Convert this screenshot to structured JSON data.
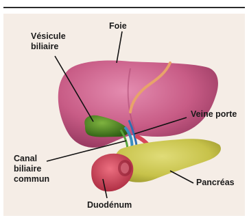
{
  "labels": {
    "foie": "Foie",
    "vesicule": "Vésicule\nbiliaire",
    "veine_porte": "Veine porte",
    "canal": "Canal\nbiliaire\ncommun",
    "pancreas": "Pancréas",
    "duodenum": "Duodénum"
  },
  "colors": {
    "panel": "#f5ede6",
    "liver": "#c85c86",
    "gallbladder": "#4c8a26",
    "pancreas": "#c7c24a",
    "duodenum": "#d6455a",
    "leader_lines": "#111111"
  }
}
